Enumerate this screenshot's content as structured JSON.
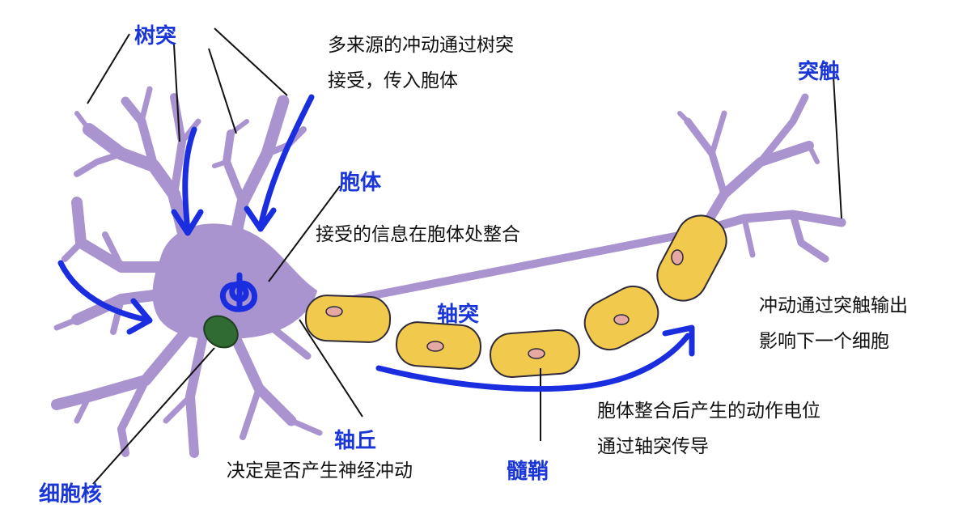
{
  "labels": {
    "dendrite": "树突",
    "soma": "胞体",
    "axon": "轴突",
    "axon_hillock": "轴丘",
    "nucleus": "细胞核",
    "myelin": "髓鞘",
    "synapse": "突触"
  },
  "descriptions": {
    "dendrite": [
      "多来源的冲动通过树突",
      "接受，传入胞体"
    ],
    "soma": "接受的信息在胞体处整合",
    "axon_hillock": "决定是否产生神经冲动",
    "axon": [
      "胞体整合后产生的动作电位",
      "通过轴突传导"
    ],
    "synapse": [
      "冲动通过突触输出",
      "影响下一个细胞"
    ]
  },
  "colors": {
    "neuron": "#a994cf",
    "neuron_outline": "#2f2a3a",
    "myelin": "#f1c94c",
    "myelin_node": "#e6a8a2",
    "nucleus": "#2f6b33",
    "arrow": "#1a2ee0",
    "label": "#1b36d6"
  }
}
